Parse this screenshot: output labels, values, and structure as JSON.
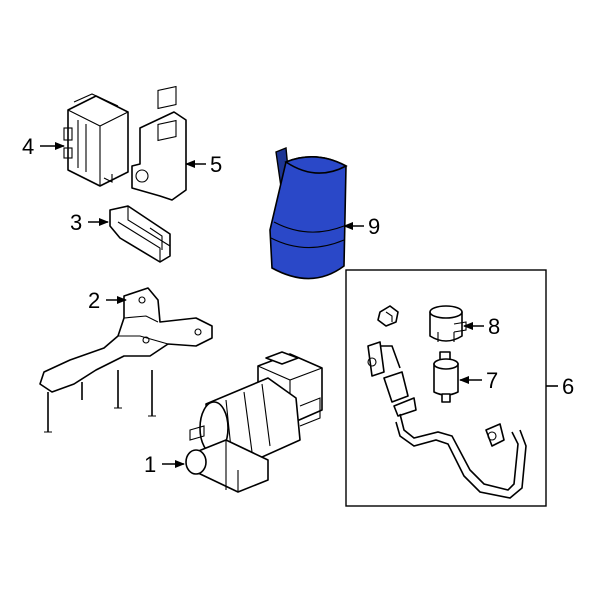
{
  "colors": {
    "highlight": "#2a48c8",
    "highlight_shade": "#1d3594",
    "line": "#000000",
    "background": "#ffffff"
  },
  "callouts": [
    {
      "id": "1",
      "label": "1"
    },
    {
      "id": "2",
      "label": "2"
    },
    {
      "id": "3",
      "label": "3"
    },
    {
      "id": "4",
      "label": "4"
    },
    {
      "id": "5",
      "label": "5"
    },
    {
      "id": "6",
      "label": "6"
    },
    {
      "id": "7",
      "label": "7"
    },
    {
      "id": "8",
      "label": "8"
    },
    {
      "id": "9",
      "label": "9"
    }
  ],
  "highlighted_part": "9"
}
